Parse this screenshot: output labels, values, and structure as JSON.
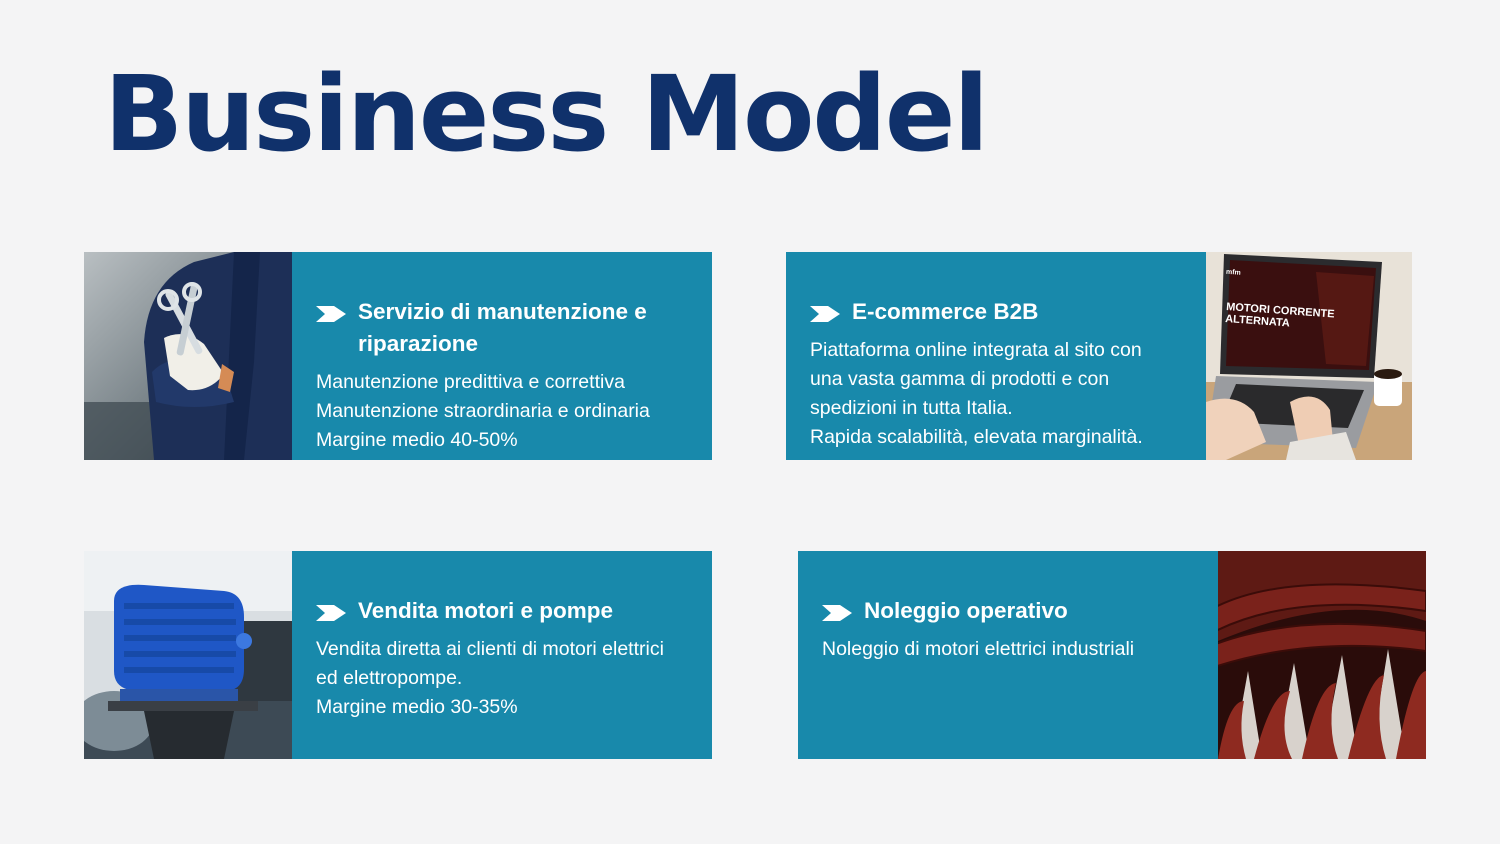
{
  "title": "Business Model",
  "colors": {
    "title": "#10316b",
    "panel": "#1889ab",
    "background": "#f4f4f5"
  },
  "cards": [
    {
      "heading_lines": [
        "Servizio di manutenzione e",
        "riparazione"
      ],
      "body_lines": [
        "Manutenzione predittiva e correttiva",
        "Manutenzione straordinaria e ordinaria",
        "Margine medio 40-50%"
      ],
      "photo": "technician-with-wrenches"
    },
    {
      "heading_lines": [
        "E-commerce B2B"
      ],
      "body_lines": [
        "Piattaforma online integrata al sito con",
        "una vasta gamma di prodotti e con",
        "spedizioni in tutta Italia.",
        "Rapida scalabilità, elevata marginalità."
      ],
      "photo": "laptop-ecommerce-website",
      "photo_screen": {
        "logo": "mfm",
        "headline_lines": [
          "MOTORI CORRENTE",
          "ALTERNATA"
        ]
      }
    },
    {
      "heading_lines": [
        "Vendita motori e pompe"
      ],
      "body_lines": [
        "Vendita diretta ai clienti di motori elettrici",
        "ed elettropompe.",
        "Margine medio 30-35%"
      ],
      "photo": "blue-electric-motor"
    },
    {
      "heading_lines": [
        "Noleggio operativo"
      ],
      "body_lines": [
        "Noleggio di motori elettrici industriali"
      ],
      "photo": "copper-motor-windings"
    }
  ]
}
